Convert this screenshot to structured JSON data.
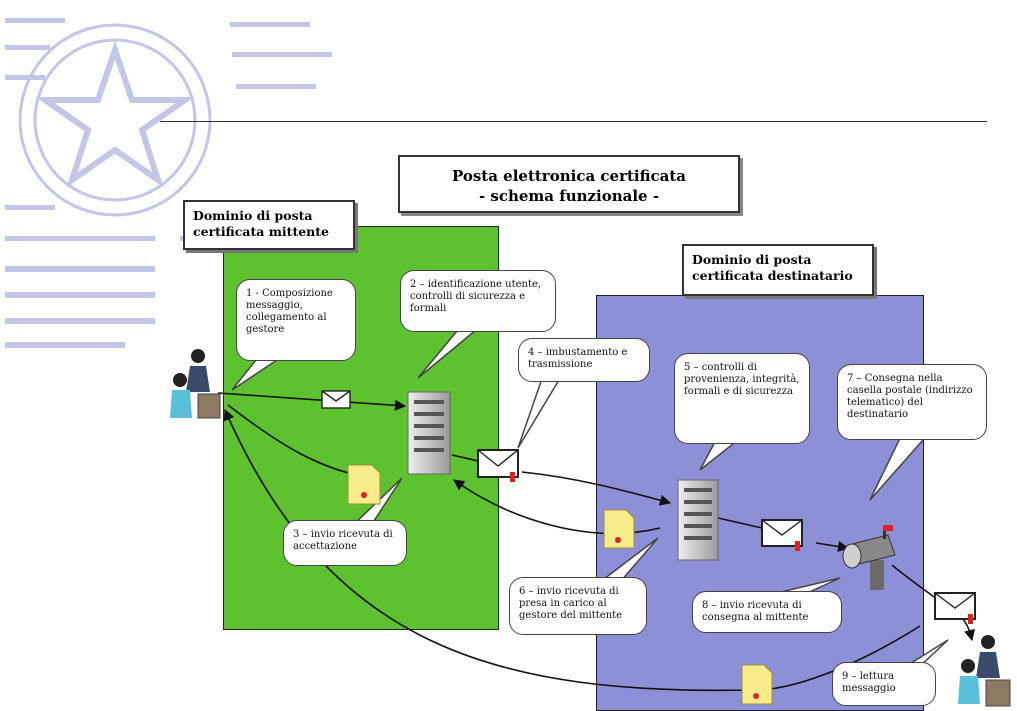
{
  "diagram": {
    "title_line1": "Posta elettronica certificata",
    "title_line2": "- schema funzionale -",
    "sender_domain_line1": "Dominio di posta",
    "sender_domain_line2": "certificata mittente",
    "recipient_domain_line1": "Dominio di posta",
    "recipient_domain_line2": "certificata destinatario",
    "steps": [
      "1 - Composizione messaggio, collegamento al gestore",
      "2 – identificazione utente, controlli di sicurezza e formali",
      "3 – invio ricevuta di accettazione",
      "4 – imbustamento e trasmissione",
      "5 – controlli di provenienza, integrità, formali e di sicurezza",
      "6 – invio ricevuta di presa in carico al gestore del mittente",
      "7 – Consegna nella casella postale (indirizzo telematico) del destinatario",
      "8 – invio ricevuta di consegna al mittente",
      "9 – lettura messaggio"
    ]
  },
  "colors": {
    "sender_domain": "#5ec12f",
    "recipient_domain": "#8e90d7",
    "receipt": "#f6ec8a",
    "seal": "#c3c6e6"
  },
  "icons": [
    "seal-emblem",
    "user-icon",
    "server-icon",
    "envelope-icon",
    "receipt-icon",
    "mailbox-icon"
  ]
}
